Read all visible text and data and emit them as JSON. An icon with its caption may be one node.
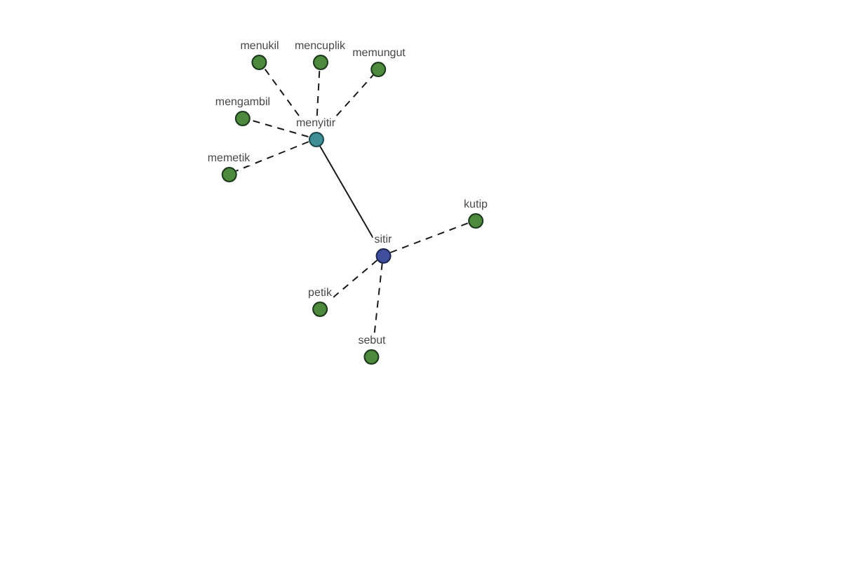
{
  "diagram": {
    "nodes": [
      {
        "text": [
          "menukil"
        ]
      },
      {
        "text": [
          "mencuplik"
        ]
      },
      {
        "text": [
          "memungut"
        ]
      },
      {
        "text": [
          "mengambil"
        ]
      },
      {
        "text": [
          "menyitir"
        ]
      },
      {
        "text": [
          "memetik"
        ]
      },
      {
        "text": [
          "kutip"
        ]
      },
      {
        "text": [
          "sitir"
        ]
      },
      {
        "text": [
          "petik"
        ]
      },
      {
        "text": [
          "sebut"
        ]
      }
    ],
    "edges": [
      {
        "from": 4,
        "to": 0,
        "arrow": "none",
        "style": "dashed"
      },
      {
        "from": 4,
        "to": 1,
        "arrow": "none",
        "style": "dashed"
      },
      {
        "from": 4,
        "to": 2,
        "arrow": "none",
        "style": "dashed"
      },
      {
        "from": 4,
        "to": 3,
        "arrow": "none",
        "style": "dashed"
      },
      {
        "from": 4,
        "to": 5,
        "arrow": "none",
        "style": "dashed"
      },
      {
        "from": 4,
        "to": 7,
        "arrow": "none"
      },
      {
        "from": 7,
        "to": 6,
        "arrow": "none",
        "style": "dashed"
      },
      {
        "from": 7,
        "to": 8,
        "arrow": "none",
        "style": "dashed"
      },
      {
        "from": 7,
        "to": 9,
        "arrow": "none",
        "style": "dashed"
      }
    ]
  }
}
